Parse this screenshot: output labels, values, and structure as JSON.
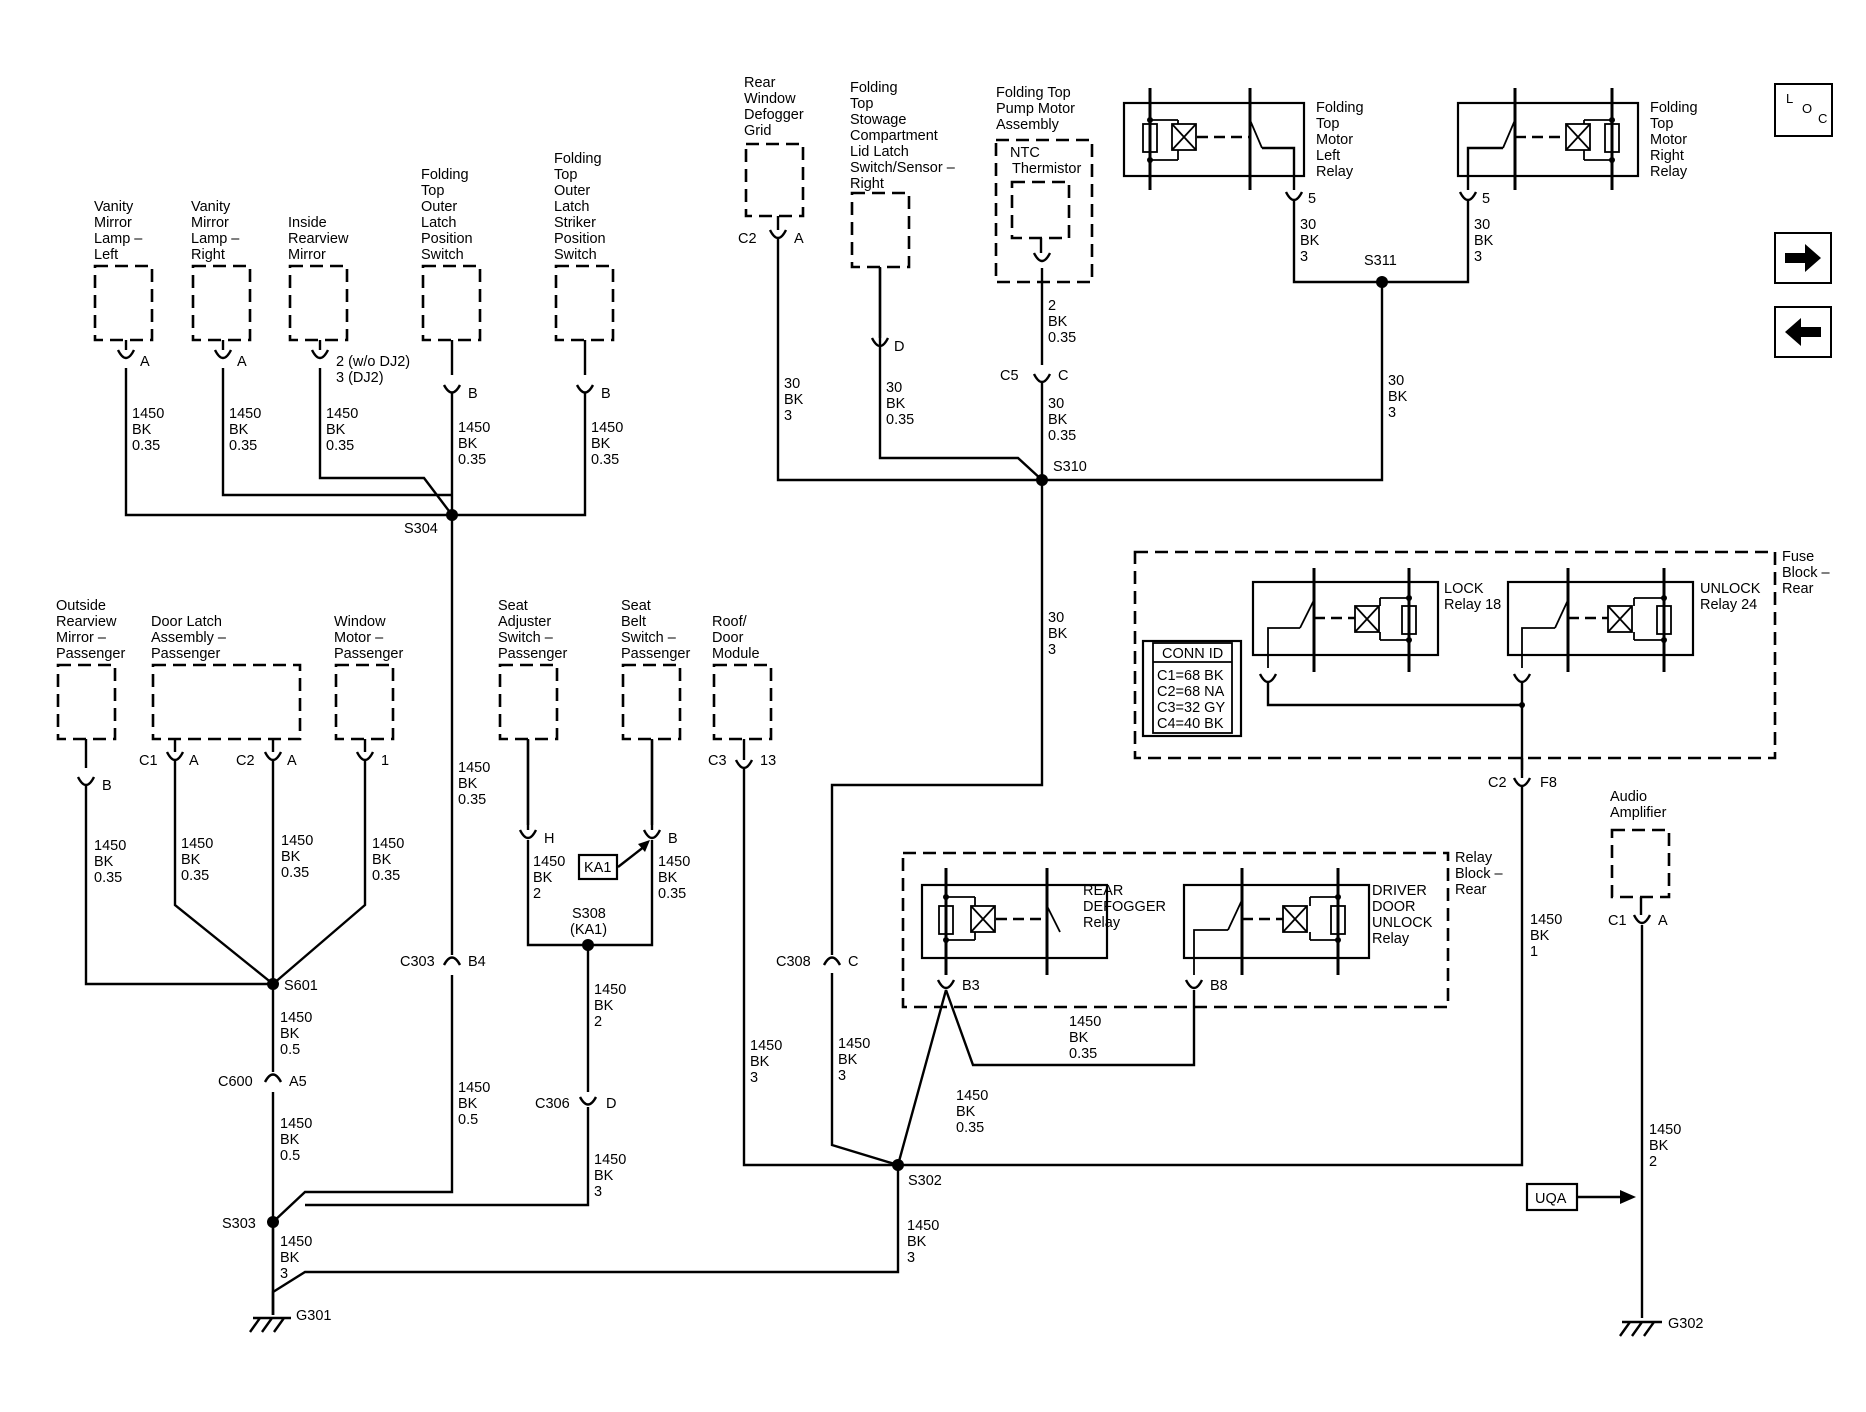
{
  "components": {
    "vanity_left": [
      "Vanity",
      "Mirror",
      "Lamp –",
      "Left"
    ],
    "vanity_right": [
      "Vanity",
      "Mirror",
      "Lamp –",
      "Right"
    ],
    "inside_mirror": [
      "Inside",
      "Rearview",
      "Mirror"
    ],
    "outer_latch": [
      "Folding",
      "Top",
      "Outer",
      "Latch",
      "Position",
      "Switch"
    ],
    "outer_striker": [
      "Folding",
      "Top",
      "Outer",
      "Latch",
      "Striker",
      "Position",
      "Switch"
    ],
    "defogger_grid": [
      "Rear",
      "Window",
      "Defogger",
      "Grid"
    ],
    "stowage_latch": [
      "Folding",
      "Top",
      "Stowage",
      "Compartment",
      "Lid Latch",
      "Switch/Sensor –",
      "Right"
    ],
    "pump_motor": [
      "Folding Top",
      "Pump Motor",
      "Assembly"
    ],
    "ntc": [
      "NTC",
      "Thermistor"
    ],
    "motor_left_relay": [
      "Folding",
      "Top",
      "Motor",
      "Left",
      "Relay"
    ],
    "motor_right_relay": [
      "Folding",
      "Top",
      "Motor",
      "Right",
      "Relay"
    ],
    "outside_mirror": [
      "Outside",
      "Rearview",
      "Mirror –",
      "Passenger"
    ],
    "door_latch": [
      "Door Latch",
      "Assembly –",
      "Passenger"
    ],
    "window_motor": [
      "Window",
      "Motor –",
      "Passenger"
    ],
    "seat_adjuster": [
      "Seat",
      "Adjuster",
      "Switch –",
      "Passenger"
    ],
    "seat_belt": [
      "Seat",
      "Belt",
      "Switch –",
      "Passenger"
    ],
    "roof_module": [
      "Roof/",
      "Door",
      "Module"
    ],
    "fuse_block": [
      "Fuse",
      "Block –",
      "Rear"
    ],
    "lock_relay": [
      "LOCK",
      "Relay 18"
    ],
    "unlock_relay": [
      "UNLOCK",
      "Relay 24"
    ],
    "relay_block": [
      "Relay",
      "Block –",
      "Rear"
    ],
    "defogger_relay": [
      "REAR",
      "DEFOGGER",
      "Relay"
    ],
    "driver_unlock_relay": [
      "DRIVER",
      "DOOR",
      "UNLOCK",
      "Relay"
    ],
    "audio_amp": [
      "Audio",
      "Amplifier"
    ]
  },
  "conn_id": {
    "title": "CONN ID",
    "rows": [
      "C1=68 BK",
      "C2=68 NA",
      "C3=32 GY",
      "C4=40 BK"
    ]
  },
  "pins": {
    "vanity_left": "A",
    "vanity_right": "A",
    "inside_mirror": [
      "2 (w/o DJ2)",
      "3 (DJ2)"
    ],
    "outer_latch": "B",
    "outer_striker": "B",
    "defogger_c": "C2",
    "defogger_p": "A",
    "stowage": "D",
    "ntc_c": "C5",
    "ntc_p": "C",
    "relay_left": "5",
    "relay_right": "5",
    "outside_mirror": "B",
    "door_c1": "C1",
    "door_a1": "A",
    "door_c2": "C2",
    "door_a2": "A",
    "window": "1",
    "seat_adj": "H",
    "seat_belt": "B",
    "roof_c": "C3",
    "roof_p": "13",
    "c303": "C303",
    "b4": "B4",
    "c600": "C600",
    "a5": "A5",
    "c306": "C306",
    "d": "D",
    "c308": "C308",
    "c308p": "C",
    "b3": "B3",
    "b8": "B8",
    "fuse_c": "C2",
    "fuse_p": "F8",
    "amp_c": "C1",
    "amp_p": "A"
  },
  "splices": {
    "s304": "S304",
    "s310": "S310",
    "s311": "S311",
    "s601": "S601",
    "s308": [
      "S308",
      "(KA1)"
    ],
    "s302": "S302",
    "s303": "S303"
  },
  "grounds": {
    "g301": "G301",
    "g302": "G302"
  },
  "wires": {
    "w1450_035": [
      "1450",
      "BK",
      "0.35"
    ],
    "w1450_05": [
      "1450",
      "BK",
      "0.5"
    ],
    "w1450_2": [
      "1450",
      "BK",
      "2"
    ],
    "w1450_3": [
      "1450",
      "BK",
      "3"
    ],
    "w1450_1": [
      "1450",
      "BK",
      "1"
    ],
    "w30_3": [
      "30",
      "BK",
      "3"
    ],
    "w30_035": [
      "30",
      "BK",
      "0.35"
    ],
    "w2_035": [
      "2",
      "BK",
      "0.35"
    ]
  },
  "refs": {
    "ka1": "KA1",
    "uqa": "UQA"
  },
  "nav": {
    "loc": [
      "L",
      "O",
      "C"
    ]
  }
}
